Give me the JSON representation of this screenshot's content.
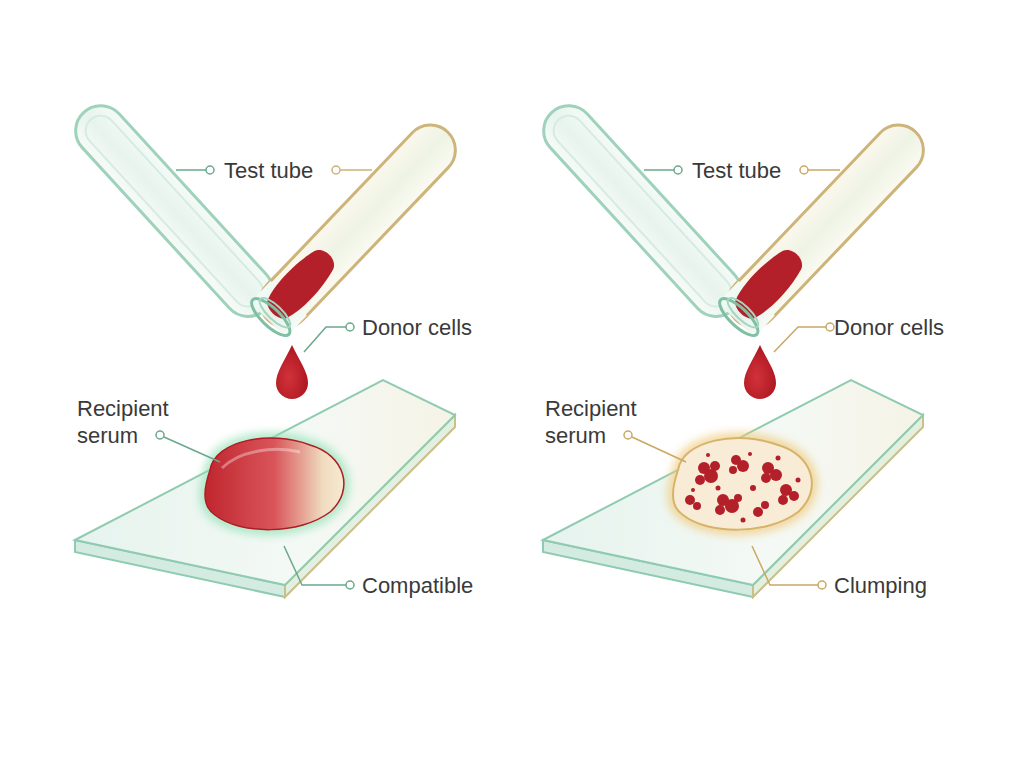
{
  "diagram": {
    "labels": [
      "Test tube",
      "Donor cells",
      "Recipient serum",
      "Compatible",
      "Test tube",
      "Donor cells",
      "Recipient serum",
      "Clumping"
    ]
  }
}
